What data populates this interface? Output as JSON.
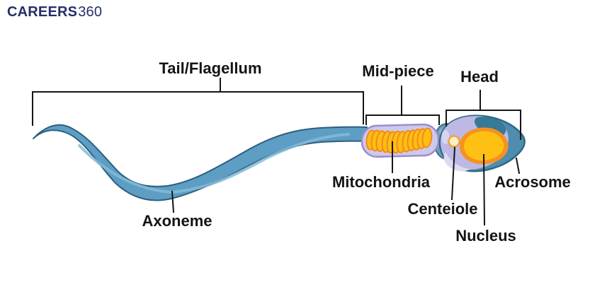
{
  "logo": {
    "brand": "CAREERS",
    "suffix": "360"
  },
  "diagram": {
    "labels": {
      "tail": "Tail/Flagellum",
      "midpiece": "Mid-piece",
      "head": "Head",
      "mitochondria": "Mitochondria",
      "centriole": "Centeiole",
      "nucleus": "Nucleus",
      "acrosome": "Acrosome",
      "axoneme": "Axoneme"
    },
    "colors": {
      "brand_navy": "#272F6A",
      "label_text": "#141414",
      "annotation_line": "#151515",
      "tail_fill": "#5E9EC4",
      "tail_edge": "#2B5F7E",
      "tail_highlight": "#85BBD6",
      "capsule_fill": "#CEC9EC",
      "capsule_edge": "#9B8DCB",
      "mitochondria_fill": "#FFBE12",
      "mitochondria_edge": "#F08A1D",
      "neck_fill": "#6C9DBA",
      "neck_edge": "#3F6E8A",
      "head_teal": "#4E8DAD",
      "head_teal_dark": "#2E7694",
      "head_outline": "#2E6884",
      "head_lavender": "#BDB8E4",
      "head_highlight": "#DEDAF4",
      "nucleus_outer": "#F6921E",
      "nucleus_inner": "#FEC113",
      "centriole_fill": "#FBF0C4",
      "centriole_edge": "#EFA23F"
    }
  }
}
